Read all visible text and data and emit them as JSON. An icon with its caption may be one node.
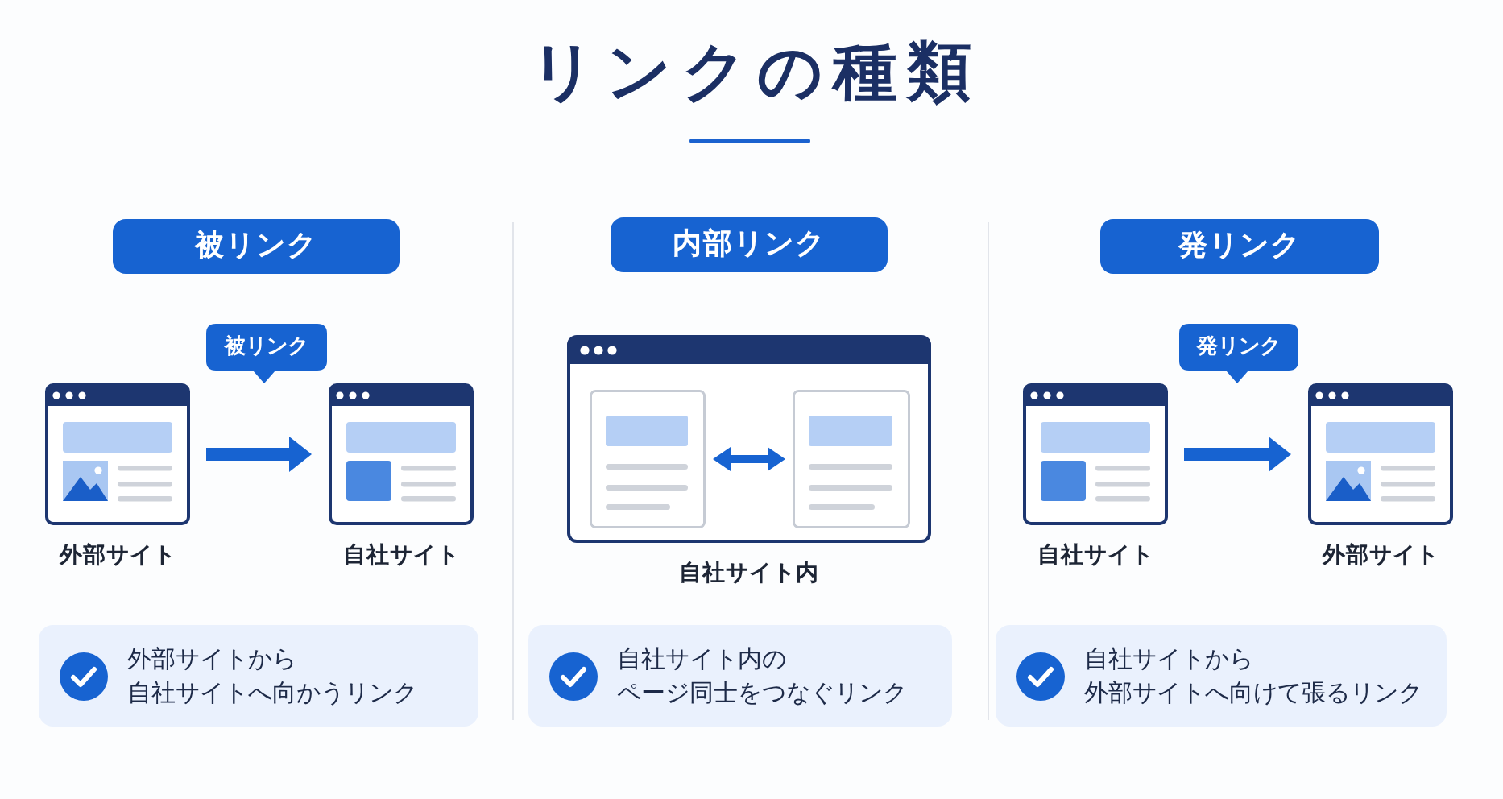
{
  "diagram": {
    "title": "リンクの種類",
    "nodes": [
      {
        "text": [
          "被リンク"
        ]
      },
      {
        "text": [
          "被リンク"
        ]
      },
      {
        "text": [],
        "shape": "picture",
        "beside": [
          "外部サイト"
        ]
      },
      {
        "text": [],
        "shape": "picture",
        "beside": [
          "自社サイト"
        ]
      },
      {
        "text": [
          "内部リンク"
        ]
      },
      {
        "text": [],
        "shape": "picture",
        "beside": [
          "自社サイト内"
        ]
      },
      {
        "text": [],
        "shape": "picture",
        "in": 5
      },
      {
        "text": [],
        "shape": "picture",
        "in": 5
      },
      {
        "text": [
          "発リンク"
        ]
      },
      {
        "text": [
          "発リンク"
        ]
      },
      {
        "text": [],
        "shape": "picture",
        "beside": [
          "自社サイト"
        ]
      },
      {
        "text": [],
        "shape": "picture",
        "beside": [
          "外部サイト"
        ]
      },
      {
        "text": [
          "外部サイトから自社サイトへ向かうリンク"
        ]
      },
      {
        "text": [
          "自社サイト内のページ同士をつなぐリンク"
        ]
      },
      {
        "text": [
          "自社サイトから外部サイトへ向けて張るリンク"
        ]
      }
    ],
    "edges": [
      {
        "from": 2,
        "to": 3,
        "arrow": "to"
      },
      {
        "from": 6,
        "to": 7,
        "arrow": "both"
      },
      {
        "from": 10,
        "to": 11,
        "arrow": "to"
      }
    ]
  }
}
